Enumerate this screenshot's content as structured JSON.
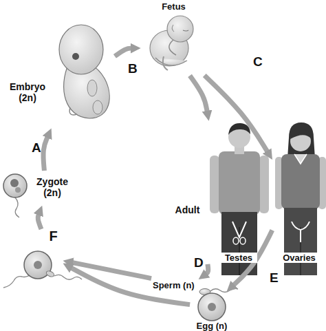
{
  "diagram": {
    "nodes": [
      {
        "text": [
          "Fetus"
        ]
      },
      {
        "text": [
          "Embryo (2n)"
        ]
      },
      {
        "text": [
          "Zygote (2n)"
        ]
      },
      {
        "text": [
          "Adult"
        ]
      },
      {
        "text": [
          "Testes"
        ],
        "in": 3
      },
      {
        "text": [
          "Ovaries"
        ],
        "in": 3
      },
      {
        "text": [
          "Sperm (n)"
        ]
      },
      {
        "text": [
          "Egg (n)"
        ]
      },
      {
        "text": [
          "F"
        ]
      }
    ],
    "edges": [
      {
        "from": 2,
        "to": 1,
        "arrow": "to",
        "label": "A"
      },
      {
        "from": 1,
        "to": 0,
        "arrow": "to",
        "label": "B"
      },
      {
        "from": 0,
        "to": 4,
        "arrow": "to"
      },
      {
        "from": 0,
        "to": 5,
        "arrow": "to",
        "label": "C"
      },
      {
        "from": 4,
        "to": 6,
        "arrow": "to",
        "label": "D"
      },
      {
        "from": 5,
        "to": 7,
        "arrow": "to",
        "label": "E"
      },
      {
        "from": 6,
        "to": 8,
        "arrow": "to"
      },
      {
        "from": 7,
        "to": 8,
        "arrow": "to"
      },
      {
        "from": 8,
        "to": 2,
        "arrow": "to"
      }
    ]
  }
}
